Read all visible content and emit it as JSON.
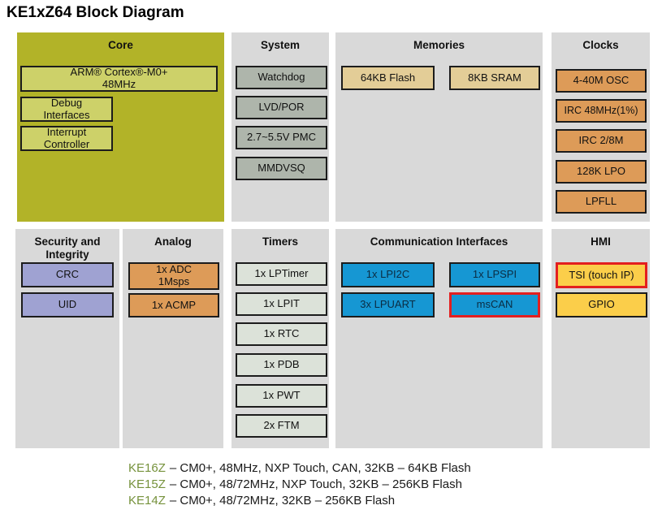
{
  "title": "KE1xZ64 Block Diagram",
  "panels": {
    "core": {
      "header": "Core",
      "cpu": {
        "line1": "ARM® Cortex®-M0+",
        "line2": "48MHz"
      },
      "debug": {
        "line1": "Debug",
        "line2": "Interfaces"
      },
      "interrupt": {
        "line1": "Interrupt",
        "line2": "Controller"
      }
    },
    "system": {
      "header": "System",
      "items": [
        "Watchdog",
        "LVD/POR",
        "2.7~5.5V PMC",
        "MMDVSQ"
      ]
    },
    "memories": {
      "header": "Memories",
      "items": [
        "64KB Flash",
        "8KB SRAM"
      ]
    },
    "clocks": {
      "header": "Clocks",
      "items": [
        "4-40M OSC",
        "IRC 48MHz(1%)",
        "IRC 2/8M",
        "128K LPO",
        "LPFLL"
      ]
    },
    "security": {
      "header_line1": "Security and",
      "header_line2": "Integrity",
      "items": [
        "CRC",
        "UID"
      ]
    },
    "analog": {
      "header": "Analog",
      "adc": {
        "line1": "1x ADC",
        "line2": "1Msps"
      },
      "acmp": "1x ACMP"
    },
    "timers": {
      "header": "Timers",
      "items": [
        "1x LPTimer",
        "1x LPIT",
        "1x RTC",
        "1x PDB",
        "1x PWT",
        "2x FTM"
      ]
    },
    "comm": {
      "header": "Communication Interfaces",
      "items": [
        "1x LPI2C",
        "1x LPSPI",
        "3x LPUART",
        "msCAN"
      ]
    },
    "hmi": {
      "header": "HMI",
      "items": [
        "TSI (touch IP)",
        "GPIO"
      ]
    }
  },
  "legend": {
    "rows": [
      {
        "part": "KE16Z",
        "desc": "– CM0+, 48MHz, NXP Touch, CAN, 32KB – 64KB Flash"
      },
      {
        "part": "KE15Z",
        "desc": "– CM0+, 48/72MHz,  NXP Touch, 32KB – 256KB Flash"
      },
      {
        "part": "KE14Z",
        "desc": "– CM0+, 48/72MHz, 32KB – 256KB Flash"
      }
    ]
  },
  "colors": {
    "core_panel": "#b2b328",
    "core_item": "#cdd169",
    "panel_bg": "#d9d9d9",
    "system_item": "#aeb5ab",
    "timer_item": "#dce2d9",
    "memory_item": "#e3cd97",
    "clock_analog_item": "#dd9b58",
    "security_item": "#9fa2d2",
    "comm_item": "#1697d3",
    "hmi_item": "#fbce4a",
    "highlight_border": "#e31f1f",
    "legend_part_green": "#76923c"
  }
}
